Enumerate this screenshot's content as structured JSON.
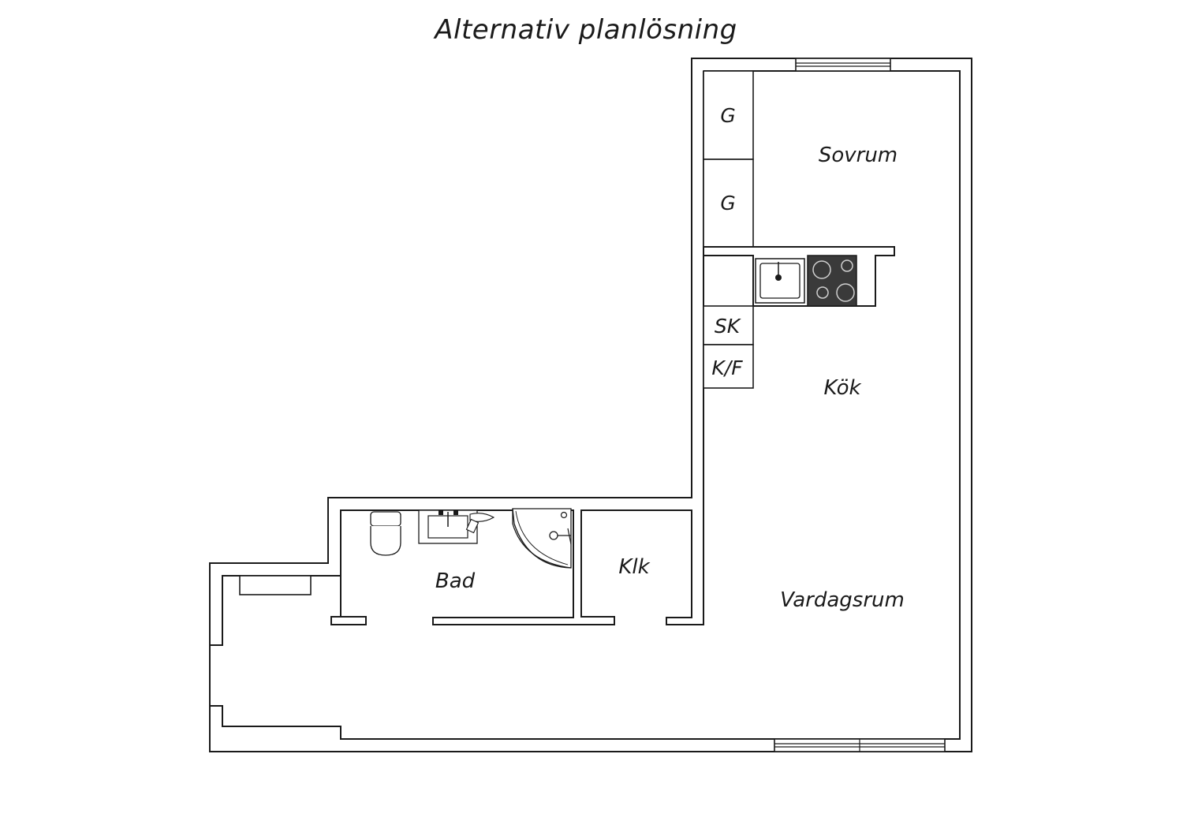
{
  "title": "Alternativ planlösning",
  "rooms": {
    "sovrum": "Sovrum",
    "kok": "Kök",
    "vardagsrum": "Vardagsrum",
    "bad": "Bad",
    "klk": "Klk"
  },
  "fixtures": {
    "wardrobe_1": "G",
    "wardrobe_2": "G",
    "cabinet": "SK",
    "fridge_freezer": "K/F"
  },
  "colors": {
    "line": "#1a1a1a",
    "stove_top": "#3a3a3a",
    "background": "#ffffff"
  }
}
